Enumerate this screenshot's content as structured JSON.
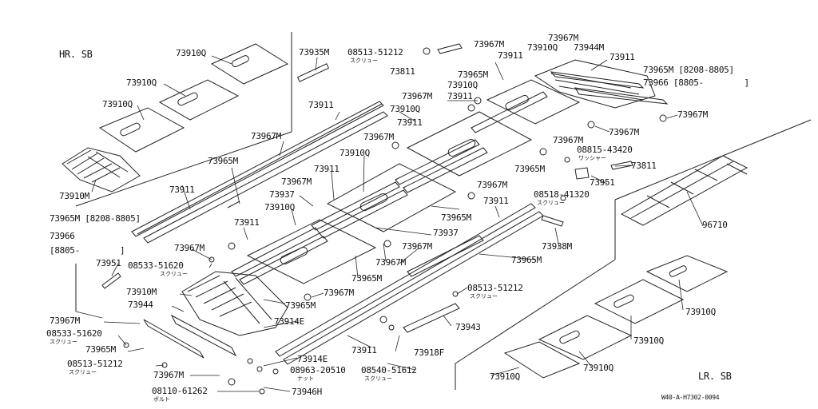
{
  "sections": {
    "hr": "HR. SB",
    "lr": "LR. SB"
  },
  "parts": {
    "p73910Q": "73910Q",
    "p73910M": "73910M",
    "p73935M": "73935M",
    "p73811": "73811",
    "p73911": "73911",
    "p73967M": "73967M",
    "p73965M": "73965M",
    "p73944M": "73944M",
    "p73944": "73944",
    "p73965M_range": "73965M [8208-8805]",
    "p73966_range": "73966 [8805-        ]",
    "p73966": "73966",
    "p8805": "[8805-",
    "bracket_close": "]",
    "p73937": "73937",
    "p73951": "73951",
    "p73938M": "73938M",
    "p96710": "96710",
    "p73943": "73943",
    "p73918F": "73918F",
    "p73914E": "73914E",
    "p73946H": "73946H",
    "p08513_51212": "08513-51212",
    "p08533_51620": "08533-51620",
    "p08815_43420": "08815-43420",
    "p08518_41320": "08518-41320",
    "p08963_20510": "08963-20510",
    "p08540_51612": "08540-51612",
    "p08110_61262": "08110-61262"
  },
  "notes": {
    "screw": "スクリュー",
    "washer": "ワッシャー",
    "nut": "ナット",
    "bolt": "ボルト"
  },
  "footer": {
    "code": "W40-A-H7302-0094"
  }
}
